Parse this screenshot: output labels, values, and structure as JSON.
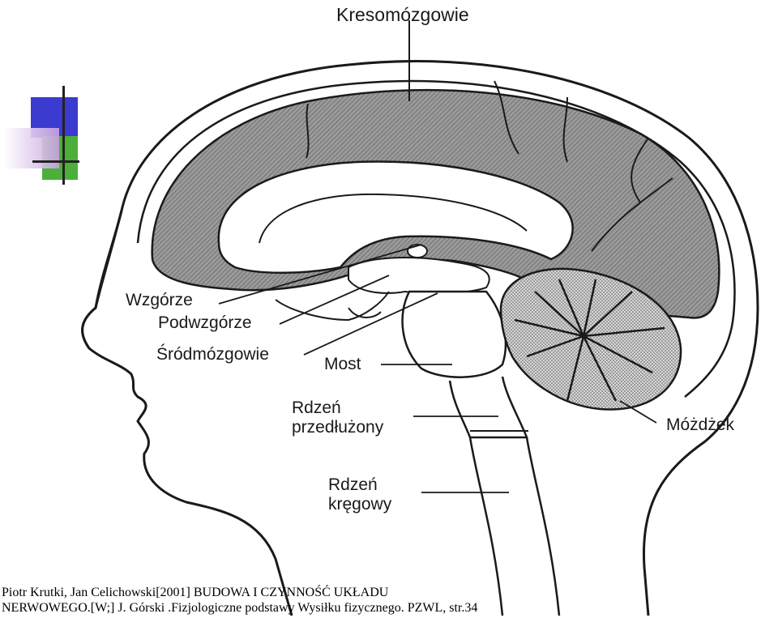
{
  "labels": {
    "cerebrum": "Kresomózgowie",
    "thalamus": "Wzgórze",
    "hypothalamus": "Podwzgórze",
    "midbrain": "Śródmózgowie",
    "pons": "Most",
    "medulla_line1": "Rdzeń",
    "medulla_line2": "przedłużony",
    "spinal_line1": "Rdzeń",
    "spinal_line2": "kręgowy",
    "cerebellum": "Móżdżek"
  },
  "citation": {
    "line1": "Piotr Krutki, Jan Celichowski[2001] BUDOWA I CZYNNOŚĆ UKŁADU",
    "line2": "NERWOWEGO.[W;] J. Górski .Fizjologiczne podstawy Wysiłku fizycznego. PZWL, str.34"
  },
  "colors": {
    "deco_blue": "#3b3bcf",
    "deco_green": "#4caf3a",
    "deco_pink": "#c8a0e0",
    "line": "#1a1a1a",
    "cortex_fill": "#8c8c8c"
  }
}
